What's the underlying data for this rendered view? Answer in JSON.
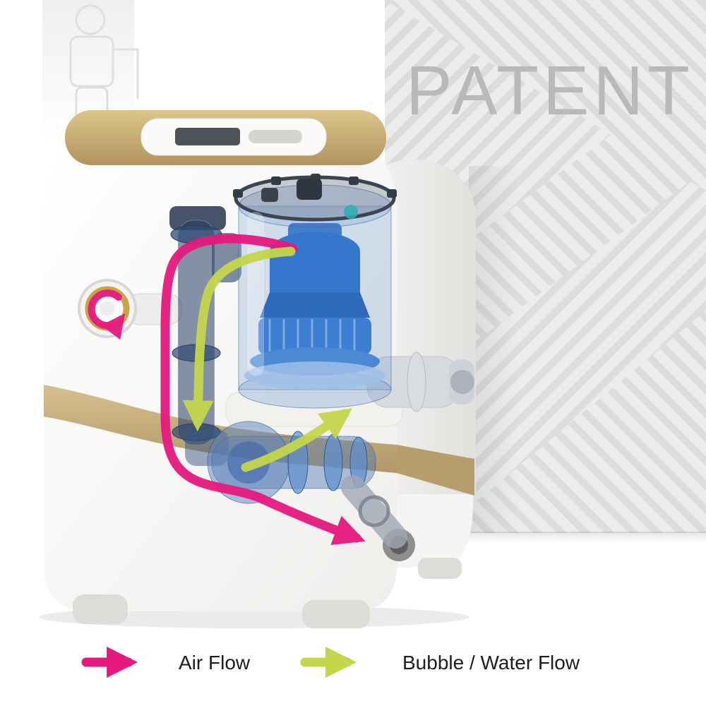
{
  "watermark": {
    "text": "PATENT",
    "color": "#b9b9b9"
  },
  "legend": {
    "air": {
      "label": "Air Flow",
      "color": "#e6197f"
    },
    "bubble": {
      "label": "Bubble / Water Flow",
      "color": "#c4d64b"
    }
  },
  "colors": {
    "gold_accent": "#c2a876",
    "canister_blue": "#3577cc",
    "pipe_glass_blue": "#2c4a78",
    "wall_grey": "#ececec",
    "wall_stripe_grey": "#dcdcdc",
    "body_white": "#ffffff",
    "legend_text": "#1d1d1b"
  }
}
